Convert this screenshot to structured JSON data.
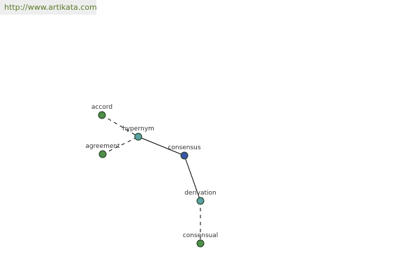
{
  "header": {
    "url": "http://www.artikata.com"
  },
  "colors": {
    "url_text": "#5a7a2a",
    "url_background": "#eeeeee",
    "edge": "#000000",
    "node_leaf": "#4f8f4a",
    "node_relation": "#5aa0a0",
    "node_root": "#3a55a8"
  },
  "graph": {
    "nodes": [
      {
        "id": "accord",
        "label": "accord",
        "kind": "leaf"
      },
      {
        "id": "hypernym",
        "label": "hypernym",
        "kind": "relation"
      },
      {
        "id": "agreement",
        "label": "agreement",
        "kind": "leaf"
      },
      {
        "id": "consensus",
        "label": "consensus",
        "kind": "root"
      },
      {
        "id": "derivation",
        "label": "derivation",
        "kind": "relation"
      },
      {
        "id": "consensual",
        "label": "consensual",
        "kind": "leaf"
      }
    ],
    "edges": [
      {
        "from": "accord",
        "to": "hypernym",
        "style": "dashed"
      },
      {
        "from": "agreement",
        "to": "hypernym",
        "style": "dashed"
      },
      {
        "from": "hypernym",
        "to": "consensus",
        "style": "solid"
      },
      {
        "from": "consensus",
        "to": "derivation",
        "style": "solid"
      },
      {
        "from": "derivation",
        "to": "consensual",
        "style": "dashed"
      }
    ]
  }
}
